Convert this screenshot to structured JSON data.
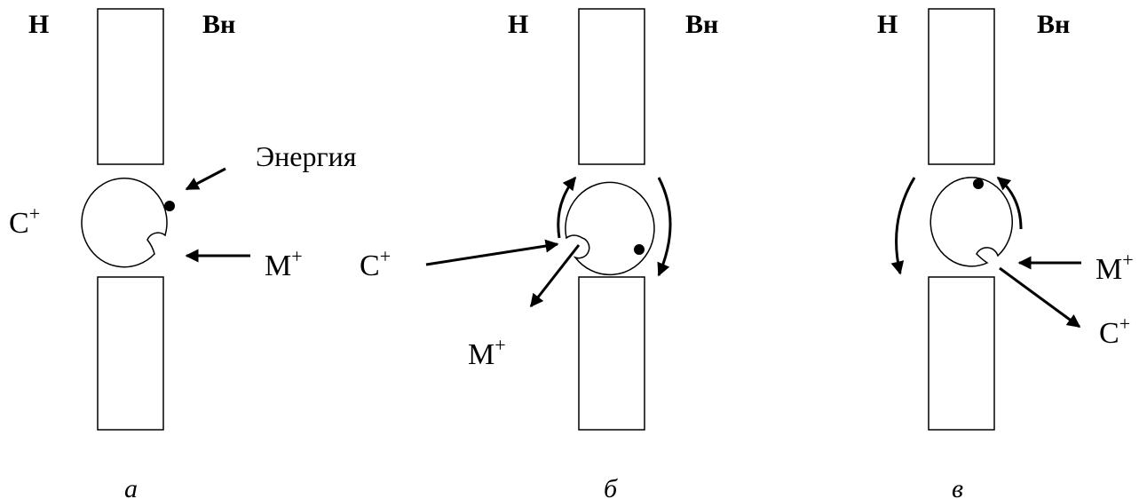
{
  "panels": [
    {
      "side_in": "Н",
      "side_out": "Вн",
      "caption": "а",
      "energy_label": "Энергия",
      "ion_c": "C",
      "ion_m": "M",
      "charge": "+"
    },
    {
      "side_in": "Н",
      "side_out": "Вн",
      "caption": "б",
      "ion_c": "C",
      "ion_m": "M",
      "charge": "+"
    },
    {
      "side_in": "Н",
      "side_out": "Вн",
      "caption": "в",
      "ion_c": "C",
      "ion_m": "M",
      "charge": "+"
    }
  ]
}
